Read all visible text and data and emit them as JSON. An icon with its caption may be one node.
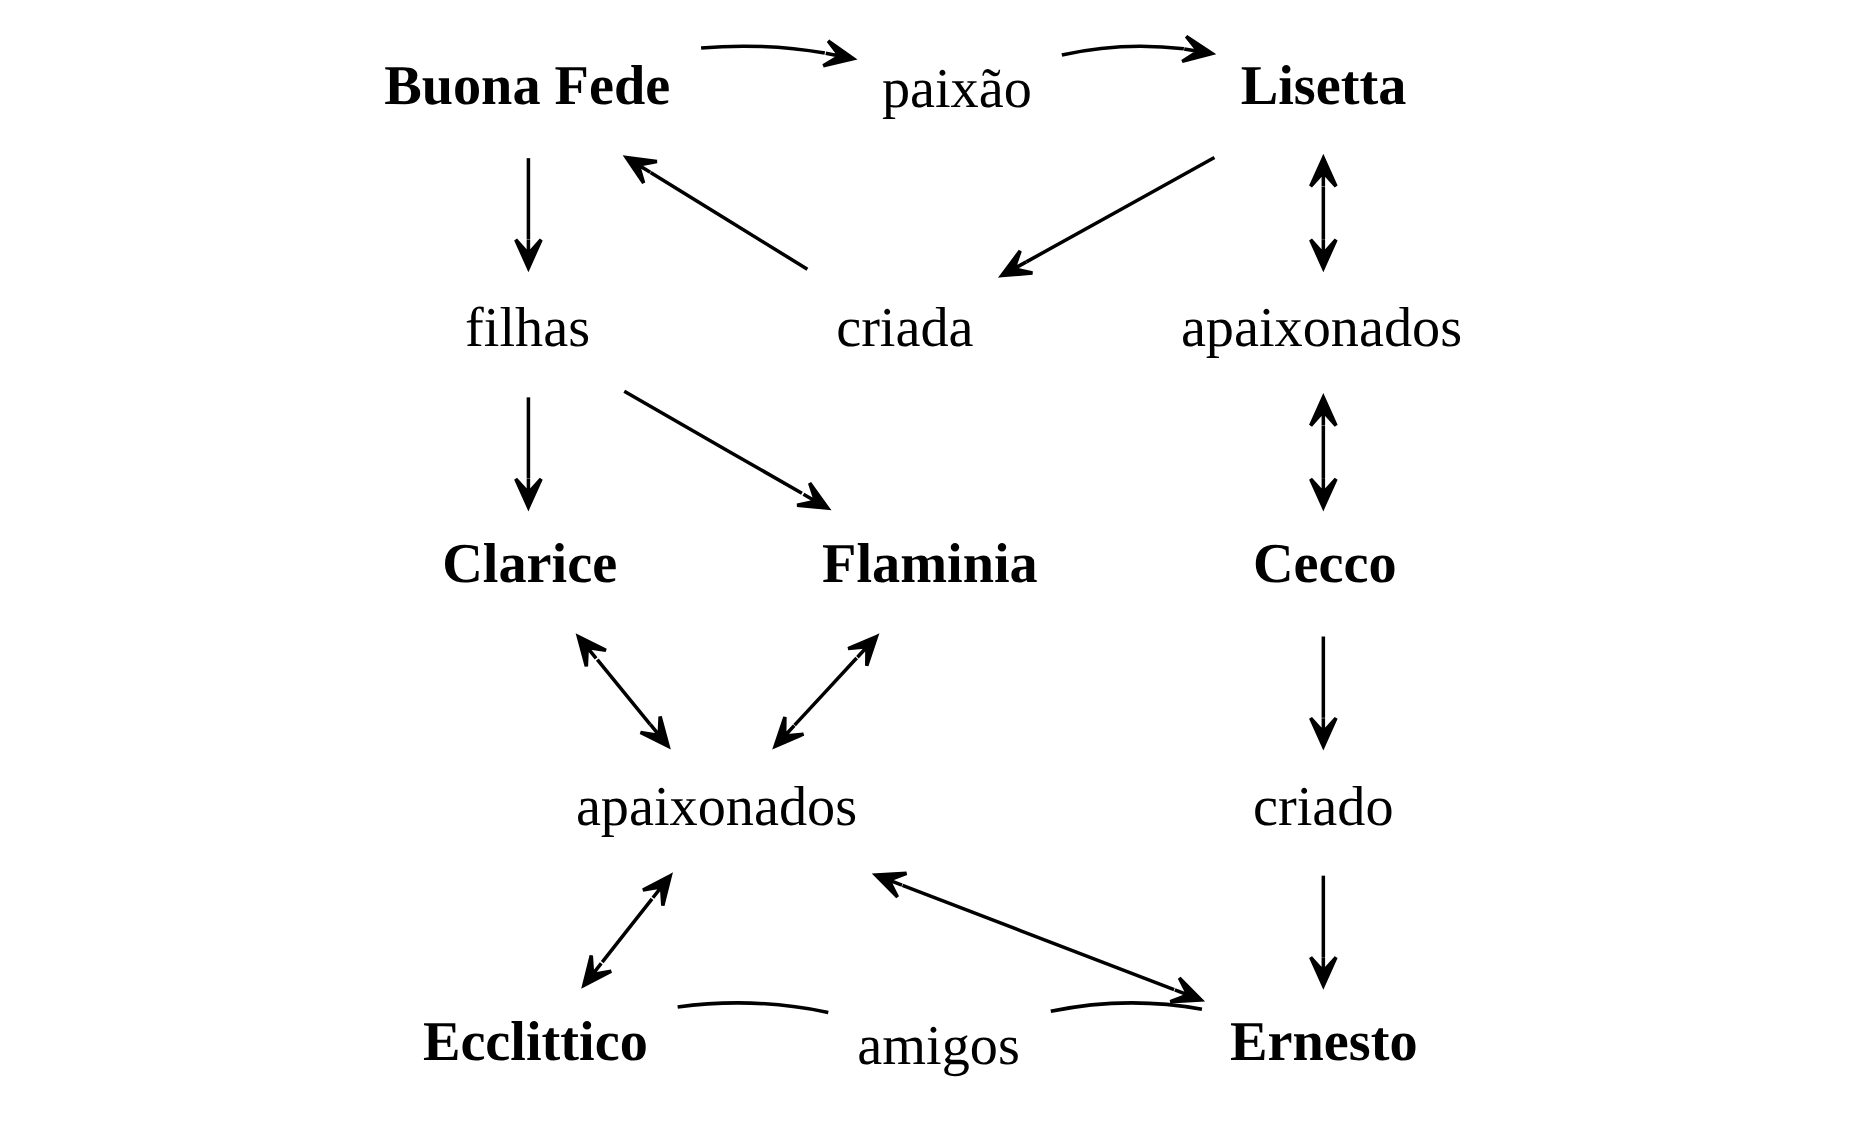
{
  "diagram": {
    "nodes": [
      {
        "text": [
          "Buona Fede"
        ]
      },
      {
        "text": [
          "paixão"
        ]
      },
      {
        "text": [
          "Lisetta"
        ]
      },
      {
        "text": [
          "criada"
        ]
      },
      {
        "text": [
          "filhas"
        ]
      },
      {
        "text": [
          "apaixonados"
        ]
      },
      {
        "text": [
          "Clarice"
        ]
      },
      {
        "text": [
          "Flaminia"
        ]
      },
      {
        "text": [
          "Cecco"
        ]
      },
      {
        "text": [
          "apaixonados"
        ]
      },
      {
        "text": [
          "criado"
        ]
      },
      {
        "text": [
          "Ecclittico"
        ]
      },
      {
        "text": [
          "Ernesto"
        ]
      },
      {
        "text": [
          "amigos"
        ]
      }
    ],
    "edges": [
      {
        "from": 0,
        "to": 1,
        "arrow": "to"
      },
      {
        "from": 1,
        "to": 2,
        "arrow": "to"
      },
      {
        "from": 2,
        "to": 3,
        "arrow": "to"
      },
      {
        "from": 3,
        "to": 0,
        "arrow": "to"
      },
      {
        "from": 0,
        "to": 4,
        "arrow": "to"
      },
      {
        "from": 4,
        "to": 6,
        "arrow": "to"
      },
      {
        "from": 4,
        "to": 7,
        "arrow": "to"
      },
      {
        "from": 2,
        "to": 5,
        "arrow": "both"
      },
      {
        "from": 5,
        "to": 8,
        "arrow": "both"
      },
      {
        "from": 8,
        "to": 10,
        "arrow": "to"
      },
      {
        "from": 10,
        "to": 12,
        "arrow": "to"
      },
      {
        "from": 6,
        "to": 9,
        "arrow": "both"
      },
      {
        "from": 7,
        "to": 9,
        "arrow": "both"
      },
      {
        "from": 9,
        "to": 11,
        "arrow": "both"
      },
      {
        "from": 9,
        "to": 12,
        "arrow": "both"
      },
      {
        "from": 11,
        "to": 13,
        "arrow": "none"
      },
      {
        "from": 13,
        "to": 12,
        "arrow": "none"
      }
    ]
  }
}
